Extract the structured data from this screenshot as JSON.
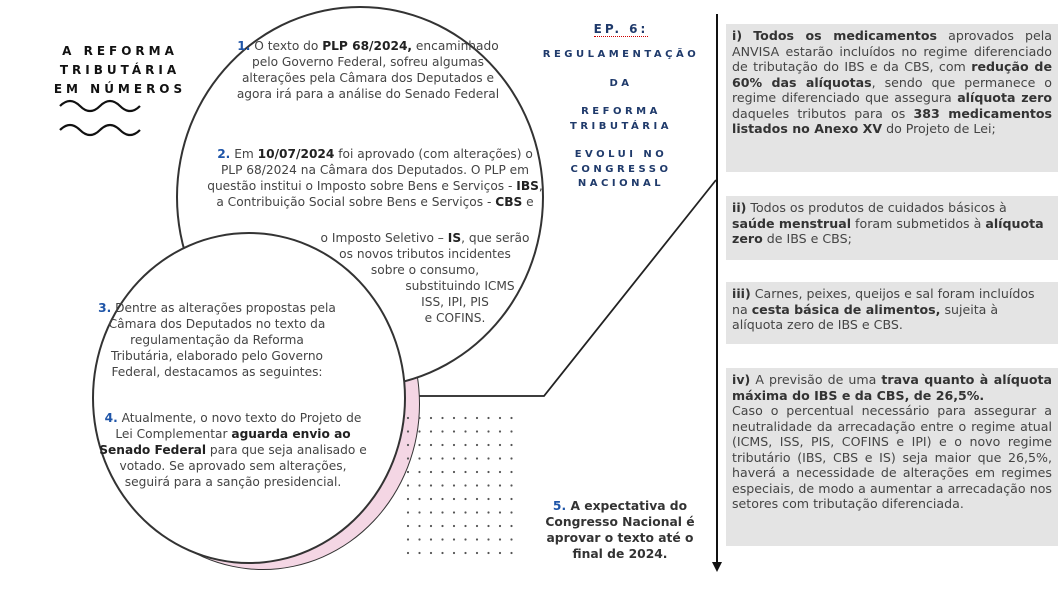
{
  "title": {
    "line1": "A REFORMA",
    "line2": "TRIBUTÁRIA",
    "line3": "EM NÚMEROS"
  },
  "episode": {
    "heading": "EP. 6:",
    "line1": "REGULAMENTAÇÃO",
    "line2": "DA",
    "line3": "REFORMA",
    "line4": "TRIBUTÁRIA",
    "line5": "EVOLUI NO",
    "line6": "CONGRESSO",
    "line7": "NACIONAL"
  },
  "points": {
    "p1": {
      "num": "1.",
      "pre": "O texto do ",
      "bold": "PLP 68/2024,",
      "post": " encaminhado pelo Governo Federal, sofreu algumas alterações pela Câmara dos Deputados e agora irá para a análise do Senado Federal"
    },
    "p2": {
      "num": "2.",
      "pre": "Em ",
      "date": "10/07/2024",
      "a": " foi aprovado (com alterações) o PLP 68/2024 na Câmara dos Deputados. O PLP em questão institui o Imposto sobre Bens e Serviços - ",
      "ibs": "IBS",
      "b": ", a Contribuição Social sobre Bens e Serviços - ",
      "cbs": "CBS",
      "c": " e",
      "d": "o Imposto Seletivo – ",
      "is": "IS",
      "e": ", que serão",
      "f": "os novos tributos  incidentes",
      "g": "sobre  o consumo,",
      "h": "substituindo ICMS",
      "i": "ISS, IPI, PIS",
      "j": "e COFINS."
    },
    "p3": {
      "num": "3.",
      "text": "Dentre as alterações propostas pela Câmara dos Deputados no texto da regulamentação da Reforma Tributária, elaborado pelo Governo Federal, destacamos as seguintes:"
    },
    "p4": {
      "num": "4.",
      "pre": "Atualmente, o novo texto do Projeto de Lei Complementar ",
      "bold": "aguarda envio ao Senado Federal",
      "post": " para que seja analisado e votado. Se aprovado sem alterações, seguirá para a sanção presidencial."
    },
    "p5": {
      "num": "5.",
      "text": "A expectativa do Congresso Nacional é aprovar o texto até o final de 2024."
    }
  },
  "items": {
    "i1": {
      "label": "i)",
      "a": "Todos os medicamentos",
      "b": " aprovados pela ANVISA estarão incluídos no regime diferenciado de tributação do IBS e da CBS, com ",
      "c": "redução de 60% das alíquotas",
      "d": ", sendo que permanece o regime diferenciado que assegura ",
      "e": "alíquota zero",
      "f": " daqueles tributos para os ",
      "g": "383 medicamentos listados no Anexo XV",
      "h": " do Projeto de Lei;"
    },
    "i2": {
      "label": "ii)",
      "a": " Todos os produtos de cuidados básicos à ",
      "b": "saúde menstrual",
      "c": " foram submetidos à ",
      "d": "alíquota zero",
      "e": " de IBS e CBS;"
    },
    "i3": {
      "label": "iii)",
      "a": " Carnes, peixes, queijos e sal foram incluídos na ",
      "b": "cesta básica de alimentos,",
      "c": " sujeita à alíquota zero de IBS e CBS."
    },
    "i4": {
      "label": "iv)",
      "a": " A previsão de uma ",
      "b": "trava quanto à alíquota máxima do IBS e da CBS, de 26,5%.",
      "c": "Caso o percentual necessário para assegurar a neutralidade da arrecadação entre o regime atual (ICMS, ISS, PIS, COFINS e IPI) e o novo regime tributário (IBS, CBS e IS) seja maior que 26,5%, haverá a necessidade de alterações em regimes especiais, de modo a aumentar a arrecadação nos setores com tributação diferenciada."
    }
  },
  "colors": {
    "accent": "#1f55a8",
    "ep_text": "#1f3a6b",
    "box_bg": "#e4e4e4",
    "pink": "#f4d6e4"
  }
}
